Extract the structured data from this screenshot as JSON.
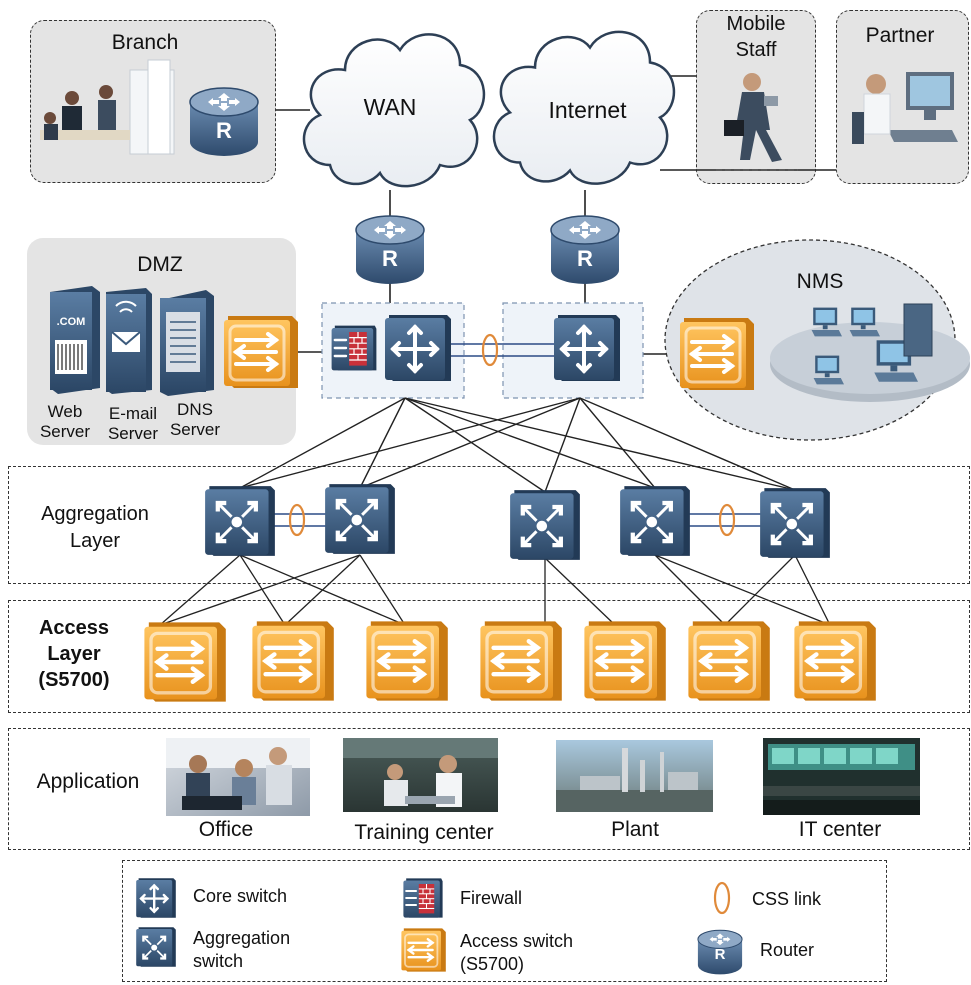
{
  "zones": {
    "branch": "Branch",
    "mobile_staff_line1": "Mobile",
    "mobile_staff_line2": "Staff",
    "partner": "Partner",
    "dmz": "DMZ",
    "nms": "NMS",
    "aggregation_line1": "Aggregation",
    "aggregation_line2": "Layer",
    "access_line1": "Access",
    "access_line2": "Layer",
    "access_line3": "(S5700)",
    "application": "Application"
  },
  "clouds": {
    "wan": "WAN",
    "internet": "Internet"
  },
  "dmz_servers": [
    {
      "line1": "Web",
      "line2": "Server",
      "badge": ".COM"
    },
    {
      "line1": "E-mail",
      "line2": "Server"
    },
    {
      "line1": "DNS",
      "line2": "Server"
    }
  ],
  "router_letter": "R",
  "applications": [
    "Office",
    "Training center",
    "Plant",
    "IT center"
  ],
  "legend": {
    "core_switch": "Core switch",
    "firewall": "Firewall",
    "css_link": "CSS link",
    "aggregation_line1": "Aggregation",
    "aggregation_line2": "switch",
    "access_line1": "Access switch",
    "access_line2": "(S5700)",
    "router": "Router"
  },
  "colors": {
    "switch_blue": "#3b5a7c",
    "access_orange": "#f2a531",
    "css_ring": "#e08a3a",
    "zone_gray": "#e4e4e4"
  }
}
